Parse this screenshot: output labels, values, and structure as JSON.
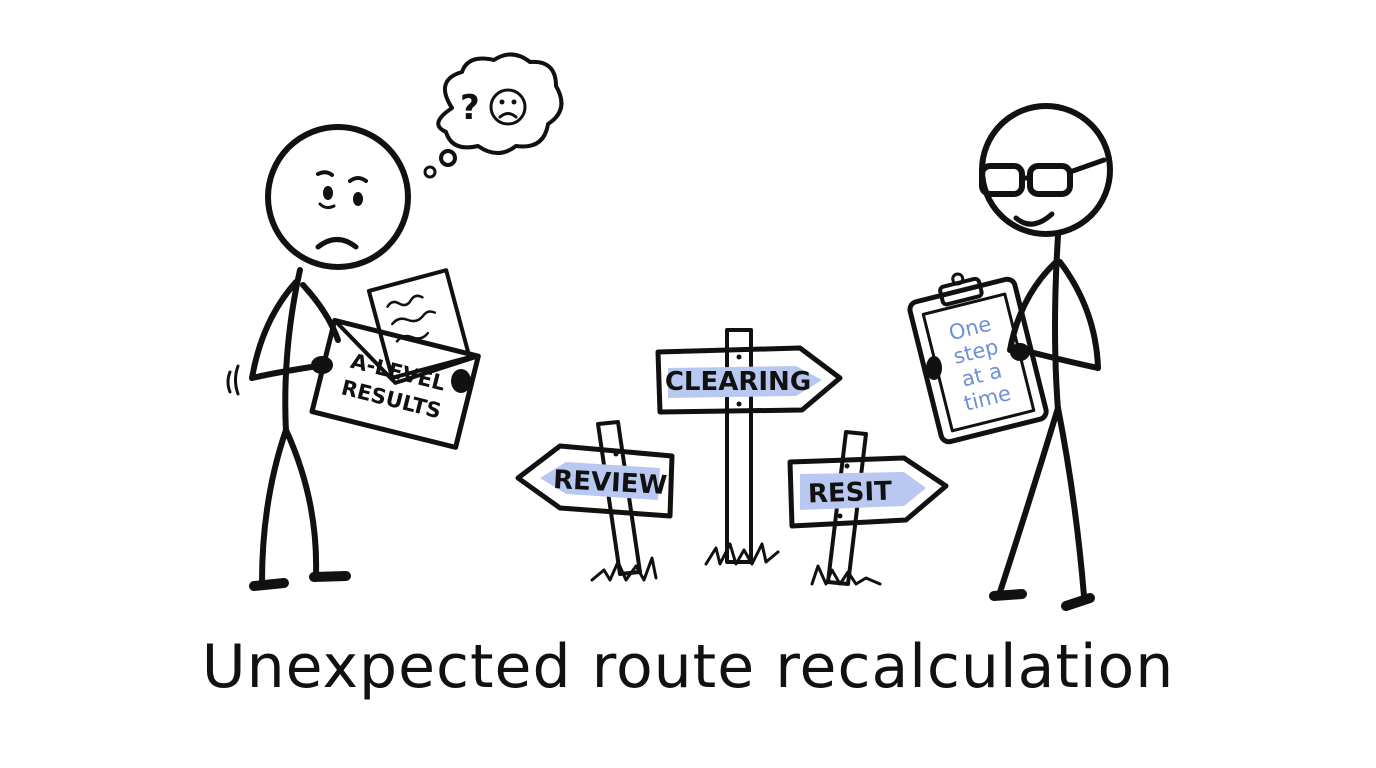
{
  "caption": "Unexpected route recalculation",
  "envelope": {
    "line1": "A-LEVEL",
    "line2": "RESULTS"
  },
  "thought": {
    "symbol": "?",
    "face": "sad-face-icon"
  },
  "signs": {
    "clearing": "CLEARING",
    "review": "REVIEW",
    "resit": "RESIT"
  },
  "clipboard": {
    "lines": [
      "One",
      "step",
      "at a",
      "time"
    ]
  },
  "colors": {
    "ink": "#111111",
    "accent": "#b8c8f0",
    "clipboard_text": "#6f8fd6",
    "background": "#ffffff"
  }
}
